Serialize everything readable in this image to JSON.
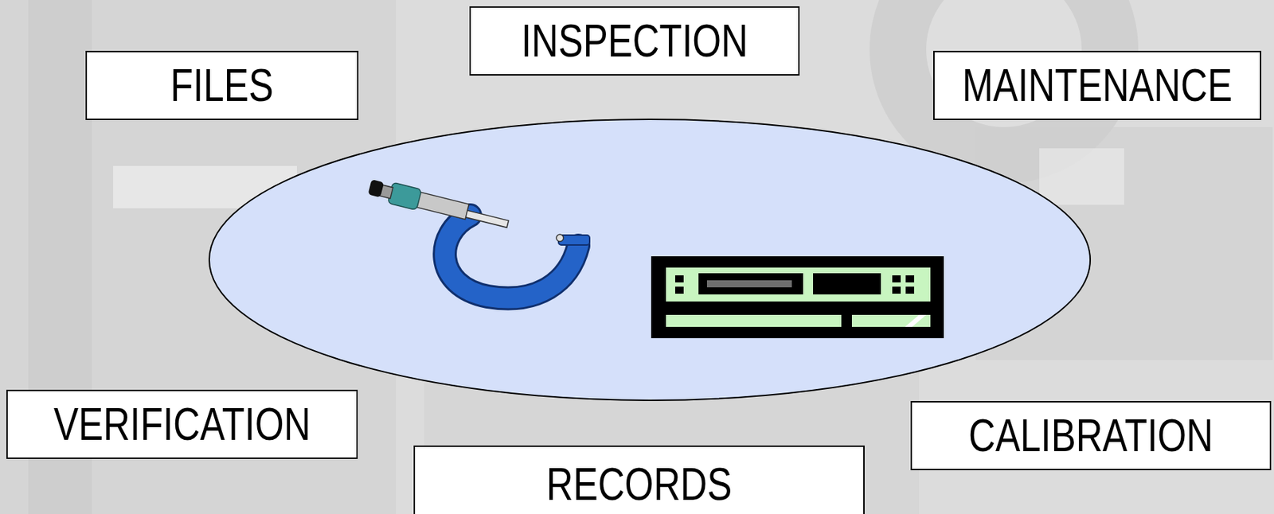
{
  "diagram": {
    "nodes": [
      {
        "text": [
          "INSPECTION"
        ]
      },
      {
        "text": [
          "FILES"
        ]
      },
      {
        "text": [
          "MAINTENANCE"
        ]
      },
      {
        "text": [
          "VERIFICATION"
        ]
      },
      {
        "text": [
          "CALIBRATION"
        ]
      },
      {
        "text": [
          "RECORDS"
        ]
      }
    ]
  }
}
